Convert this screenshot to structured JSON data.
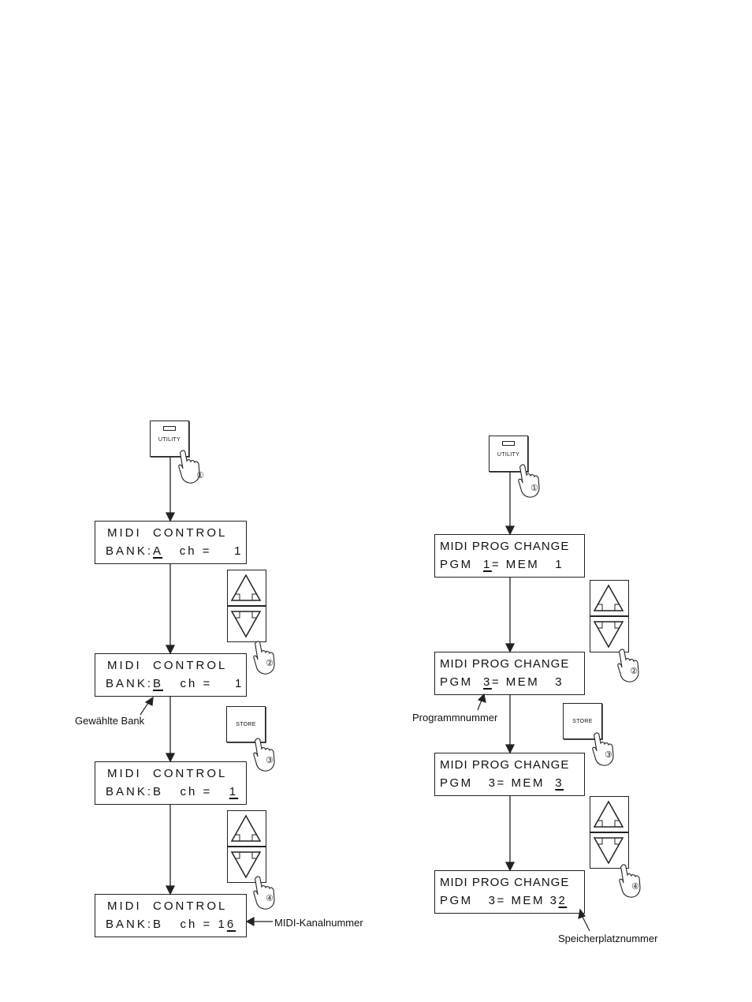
{
  "left": {
    "utility_label": "UTILITY",
    "store_label": "STORE",
    "displays": [
      {
        "line1": "MIDI  CONTROL",
        "line2_pre": "BANK:",
        "line2_ul": "A",
        "line2_post": "   ch =    1",
        "line2_ul2": ""
      },
      {
        "line1": "MIDI  CONTROL",
        "line2_pre": "BANK:",
        "line2_ul": "B",
        "line2_post": "   ch =    1",
        "line2_ul2": ""
      },
      {
        "line1": "MIDI  CONTROL",
        "line2_pre": "BANK:B   ch =   ",
        "line2_ul": "1",
        "line2_post": "",
        "line2_ul2": ""
      },
      {
        "line1": "MIDI  CONTROL",
        "line2_pre": "BANK:B   ch = 1",
        "line2_ul": "6",
        "line2_post": "",
        "line2_ul2": ""
      }
    ],
    "notes": {
      "bank": "Gewählte Bank",
      "channel": "MIDI-Kanalnummer"
    },
    "steps": [
      "①",
      "②",
      "③",
      "④"
    ]
  },
  "right": {
    "utility_label": "UTILITY",
    "store_label": "STORE",
    "displays": [
      {
        "line1": "MIDI PROG CHANGE",
        "line2_pre": "PGM  ",
        "line2_ul": "1",
        "line2_post": "= MEM   1"
      },
      {
        "line1": "MIDI PROG CHANGE",
        "line2_pre": "PGM  ",
        "line2_ul": "3",
        "line2_post": "= MEM   3"
      },
      {
        "line1": "MIDI PROG CHANGE",
        "line2_pre": "PGM   3= MEM  ",
        "line2_ul": "3",
        "line2_post": ""
      },
      {
        "line1": "MIDI PROG CHANGE",
        "line2_pre": "PGM   3= MEM 3",
        "line2_ul": "2",
        "line2_post": ""
      }
    ],
    "notes": {
      "program": "Programmnummer",
      "memory": "Speicherplatznummer"
    },
    "steps": [
      "①",
      "②",
      "③",
      "④"
    ]
  }
}
